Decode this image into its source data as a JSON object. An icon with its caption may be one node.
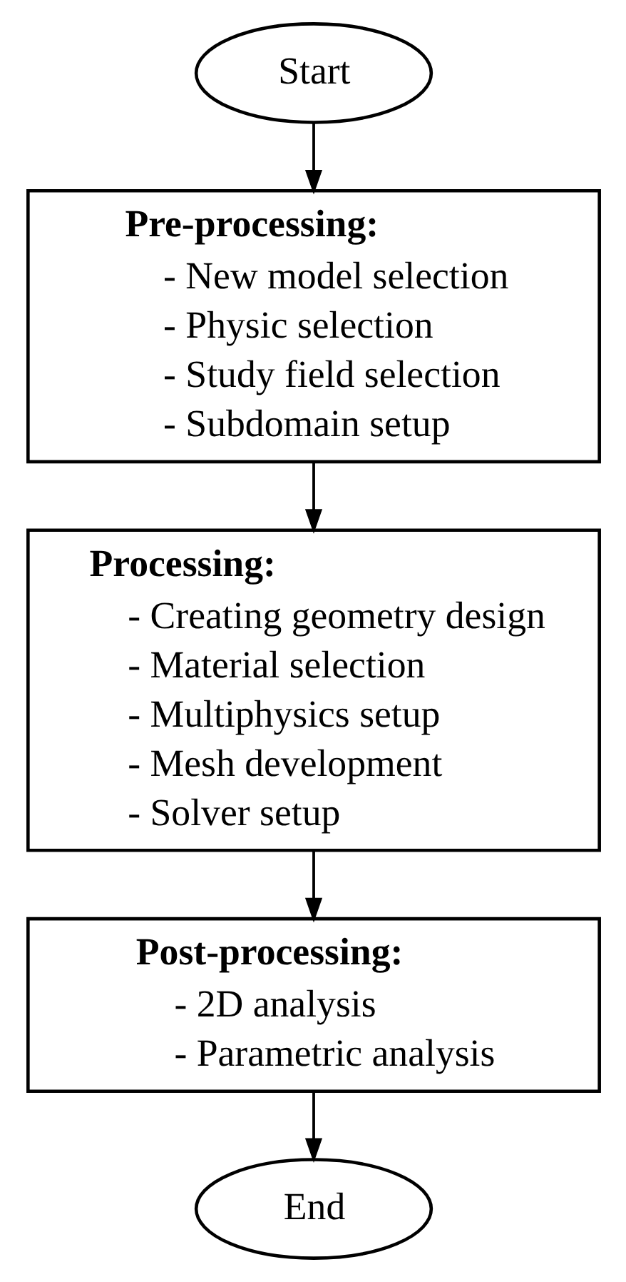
{
  "diagram": {
    "nodes": [
      {
        "text": [
          "Start"
        ]
      },
      {
        "text": [
          "Pre-processing:",
          "- New model selection",
          "- Physic selection",
          "- Study field selection",
          "- Subdomain setup"
        ]
      },
      {
        "text": [
          "Processing:",
          "- Creating geometry design",
          "- Material selection",
          "- Multiphysics setup",
          "- Mesh development",
          "- Solver setup"
        ]
      },
      {
        "text": [
          "Post-processing:",
          "- 2D analysis",
          "- Parametric analysis"
        ]
      },
      {
        "text": [
          "End"
        ]
      }
    ],
    "edges": [
      {
        "from": 0,
        "to": 1,
        "arrow": "to"
      },
      {
        "from": 1,
        "to": 2,
        "arrow": "to"
      },
      {
        "from": 2,
        "to": 3,
        "arrow": "to"
      },
      {
        "from": 3,
        "to": 4,
        "arrow": "to"
      }
    ]
  }
}
